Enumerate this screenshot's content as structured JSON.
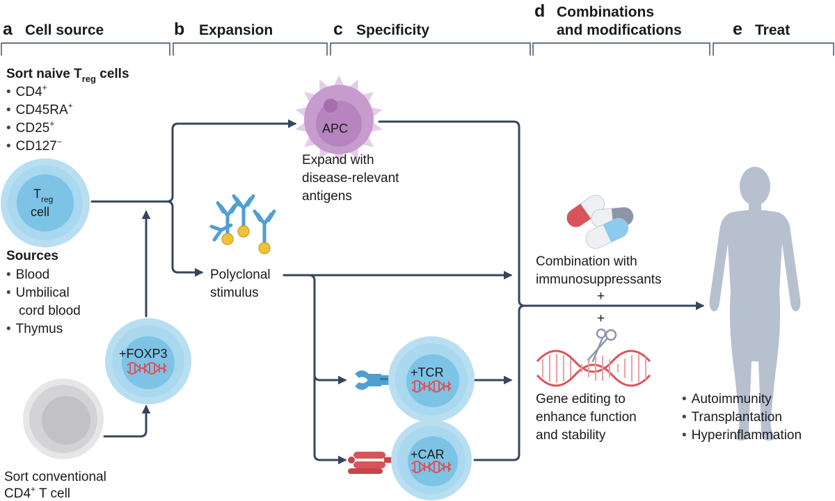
{
  "colors": {
    "arrow": "#34455c",
    "treg_cell_fill": "#a9d8ef",
    "treg_cell_nucleus": "#7cc3e6",
    "conventional_cell_fill": "#d9d9dc",
    "apc_fill": "#c79bce",
    "receptor_blue": "#4f9fd2",
    "antibody_gold": "#f0c23a",
    "dna_red": "#d9545a",
    "car_red": "#c8444b",
    "body_silhouette": "#b7c0cf",
    "pill_red": "#d9545a",
    "pill_blue": "#8ccaee",
    "pill_grey": "#8c96a8"
  },
  "icons": [
    "apc-cell-icon",
    "treg-cell-icon",
    "conventional-t-cell-icon",
    "antibody-icon",
    "tcr-receptor-icon",
    "car-receptor-icon",
    "dna-helix-icon",
    "pill-icon",
    "scissors-icon",
    "human-body-icon"
  ],
  "headers": [
    {
      "letter": "a",
      "title": "Cell source"
    },
    {
      "letter": "b",
      "title": "Expansion"
    },
    {
      "letter": "c",
      "title": "Specificity"
    },
    {
      "letter": "d",
      "title_line1": "Combinations",
      "title_line2": "and modifications"
    },
    {
      "letter": "e",
      "title": "Treat"
    }
  ],
  "sort_naive": {
    "title_prefix": "Sort naive T",
    "title_sub": "reg",
    "title_suffix": " cells",
    "markers": [
      {
        "bullet": "•",
        "name": "CD4",
        "sup": "+"
      },
      {
        "bullet": "•",
        "name": "CD45RA",
        "sup": "+"
      },
      {
        "bullet": "•",
        "name": "CD25",
        "sup": "+"
      },
      {
        "bullet": "•",
        "name": "CD127",
        "sup": "−"
      }
    ]
  },
  "treg_cell": {
    "label_main": "T",
    "label_sub": "reg",
    "label_line2": "cell"
  },
  "sources": {
    "title": "Sources",
    "items": [
      {
        "bullet": "•",
        "line1": "Blood"
      },
      {
        "bullet": "•",
        "line1": "Umbilical",
        "line2": "cord blood"
      },
      {
        "bullet": "•",
        "line1": "Thymus"
      }
    ]
  },
  "foxp3_cell": {
    "label": "+FOXP3"
  },
  "conventional": {
    "line1": "Sort conventional",
    "line2_prefix": "CD4",
    "line2_sup": "+",
    "line2_suffix": " T cell"
  },
  "apc": {
    "label": "APC",
    "caption": [
      "Expand with",
      "disease-relevant",
      "antigens"
    ]
  },
  "polyclonal": {
    "caption": [
      "Polyclonal",
      "stimulus"
    ]
  },
  "tcr_cell": {
    "label": "+TCR"
  },
  "car_cell": {
    "label": "+CAR"
  },
  "combination": {
    "caption": [
      "Combination with",
      "immunosuppressants"
    ],
    "plus1": "+",
    "plus2": "+"
  },
  "gene_editing": {
    "caption": [
      "Gene editing to",
      "enhance function",
      "and stability"
    ]
  },
  "treat": {
    "items": [
      {
        "bullet": "•",
        "label": "Autoimmunity"
      },
      {
        "bullet": "•",
        "label": "Transplantation"
      },
      {
        "bullet": "•",
        "label": "Hyperinflammation"
      }
    ]
  }
}
